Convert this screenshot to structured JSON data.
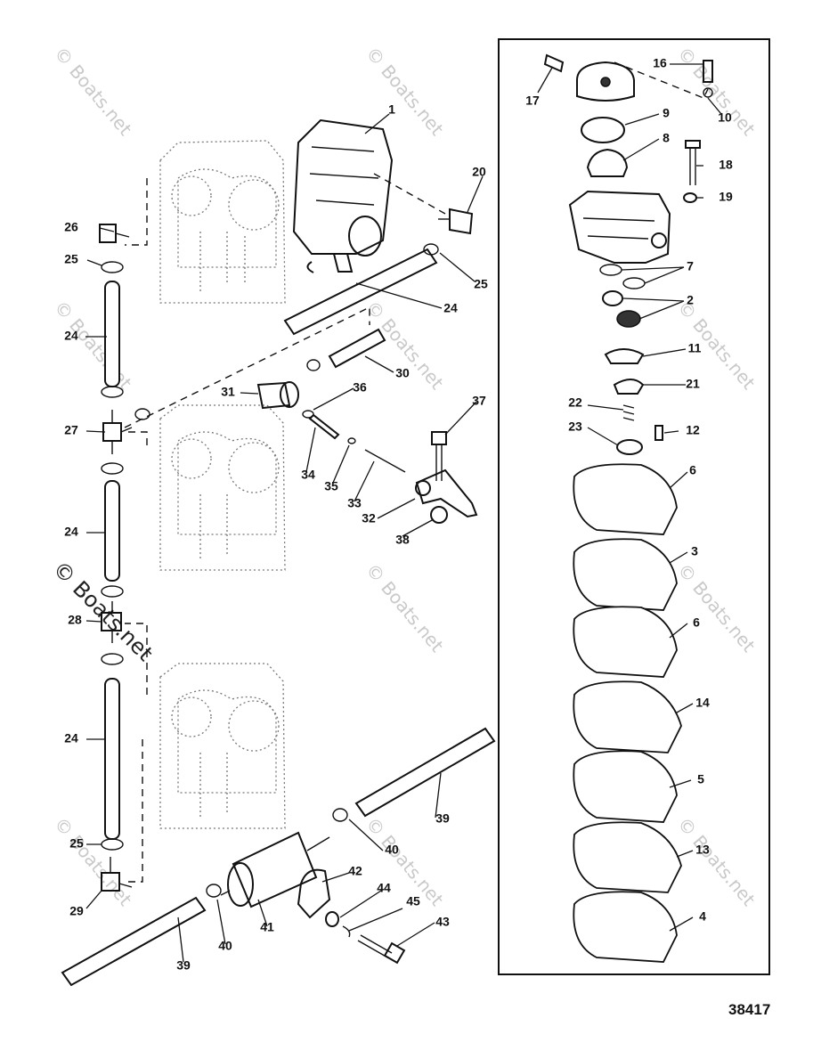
{
  "diagram": {
    "reference_number": "38417",
    "watermark": "© Boats.net",
    "callouts": [
      {
        "id": "c1",
        "text": "1"
      },
      {
        "id": "c2",
        "text": "2"
      },
      {
        "id": "c3",
        "text": "3"
      },
      {
        "id": "c4",
        "text": "4"
      },
      {
        "id": "c5",
        "text": "5"
      },
      {
        "id": "c6a",
        "text": "6"
      },
      {
        "id": "c6b",
        "text": "6"
      },
      {
        "id": "c7",
        "text": "7"
      },
      {
        "id": "c8",
        "text": "8"
      },
      {
        "id": "c9",
        "text": "9"
      },
      {
        "id": "c10",
        "text": "10"
      },
      {
        "id": "c11",
        "text": "11"
      },
      {
        "id": "c12",
        "text": "12"
      },
      {
        "id": "c13",
        "text": "13"
      },
      {
        "id": "c14",
        "text": "14"
      },
      {
        "id": "c16",
        "text": "16"
      },
      {
        "id": "c17",
        "text": "17"
      },
      {
        "id": "c18",
        "text": "18"
      },
      {
        "id": "c19",
        "text": "19"
      },
      {
        "id": "c20",
        "text": "20"
      },
      {
        "id": "c21",
        "text": "21"
      },
      {
        "id": "c22",
        "text": "22"
      },
      {
        "id": "c23",
        "text": "23"
      },
      {
        "id": "c24a",
        "text": "24"
      },
      {
        "id": "c24b",
        "text": "24"
      },
      {
        "id": "c24c",
        "text": "24"
      },
      {
        "id": "c24d",
        "text": "24"
      },
      {
        "id": "c25a",
        "text": "25"
      },
      {
        "id": "c25b",
        "text": "25"
      },
      {
        "id": "c25c",
        "text": "25"
      },
      {
        "id": "c26",
        "text": "26"
      },
      {
        "id": "c27",
        "text": "27"
      },
      {
        "id": "c28",
        "text": "28"
      },
      {
        "id": "c29",
        "text": "29"
      },
      {
        "id": "c30",
        "text": "30"
      },
      {
        "id": "c31",
        "text": "31"
      },
      {
        "id": "c32",
        "text": "32"
      },
      {
        "id": "c33",
        "text": "33"
      },
      {
        "id": "c34",
        "text": "34"
      },
      {
        "id": "c35",
        "text": "35"
      },
      {
        "id": "c36",
        "text": "36"
      },
      {
        "id": "c37",
        "text": "37"
      },
      {
        "id": "c38",
        "text": "38"
      },
      {
        "id": "c39a",
        "text": "39"
      },
      {
        "id": "c39b",
        "text": "39"
      },
      {
        "id": "c40a",
        "text": "40"
      },
      {
        "id": "c40b",
        "text": "40"
      },
      {
        "id": "c41",
        "text": "41"
      },
      {
        "id": "c42",
        "text": "42"
      },
      {
        "id": "c43",
        "text": "43"
      },
      {
        "id": "c44",
        "text": "44"
      },
      {
        "id": "c45",
        "text": "45"
      }
    ]
  }
}
